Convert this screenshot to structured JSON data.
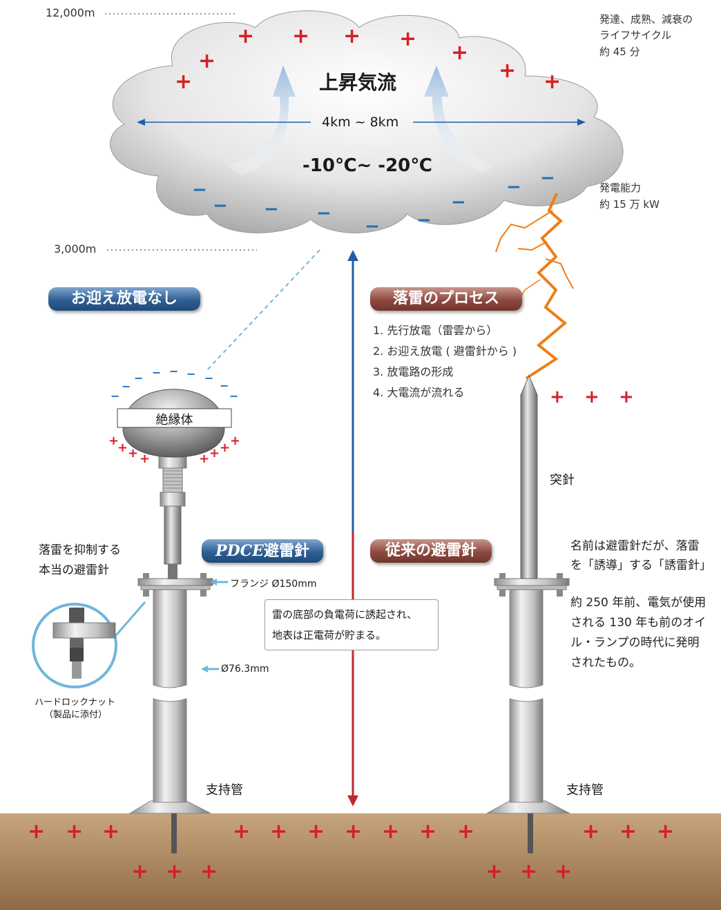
{
  "cloud": {
    "title": "上昇気流",
    "width_label": "4km ~ 8km",
    "temperature": "-10℃~ -20℃"
  },
  "altitudes": {
    "top": "12,000m",
    "bottom": "3,000m"
  },
  "lifecycle": {
    "line1": "発達、成熟、減衰の",
    "line2": "ライフサイクル",
    "line3": "約 45 分"
  },
  "power": {
    "line1": "発電能力",
    "line2": "約 15 万 kW"
  },
  "left_badge": "お迎え放電なし",
  "process": {
    "title": "落雷のプロセス",
    "steps": [
      "1. 先行放電（雷雲から）",
      "2. お迎え放電 ( 避雷針から )",
      "3. 放電路の形成",
      "4. 大電流が流れる"
    ]
  },
  "pdce": {
    "insulator_label": "絶縁体",
    "badge_en": "PDCE",
    "badge_jp": "避雷針",
    "suppress_line1": "落雷を抑制する",
    "suppress_line2": "本当の避雷針",
    "flange": "フランジ Ø150mm",
    "pipe_diameter": "Ø76.3mm",
    "nut_line1": "ハードロックナット",
    "nut_line2": "（製品に添付）",
    "support": "支持管"
  },
  "center_note": {
    "line1": "雷の底部の負電荷に誘起され、",
    "line2": "地表は正電荷が貯まる。"
  },
  "conventional": {
    "badge": "従来の避雷針",
    "tip_label": "突針",
    "desc1_line1": "名前は避雷針だが、落雷",
    "desc1_line2": "を「誘導」する「誘雷針」",
    "desc2_line1": "約 250 年前、電気が使用",
    "desc2_line2": "される 130 年も前のオイ",
    "desc2_line3": "ル・ランプの時代に発明",
    "desc2_line4": "されたもの。",
    "support": "支持管"
  },
  "colors": {
    "plus": "#d61f26",
    "minus": "#1d6fb8",
    "lightning": "#ef7d14",
    "arrow_up": "#1e5fa6",
    "arrow_down": "#c1272d",
    "ground": "#a47e57"
  },
  "charges": {
    "plus": "+",
    "minus": "−"
  }
}
